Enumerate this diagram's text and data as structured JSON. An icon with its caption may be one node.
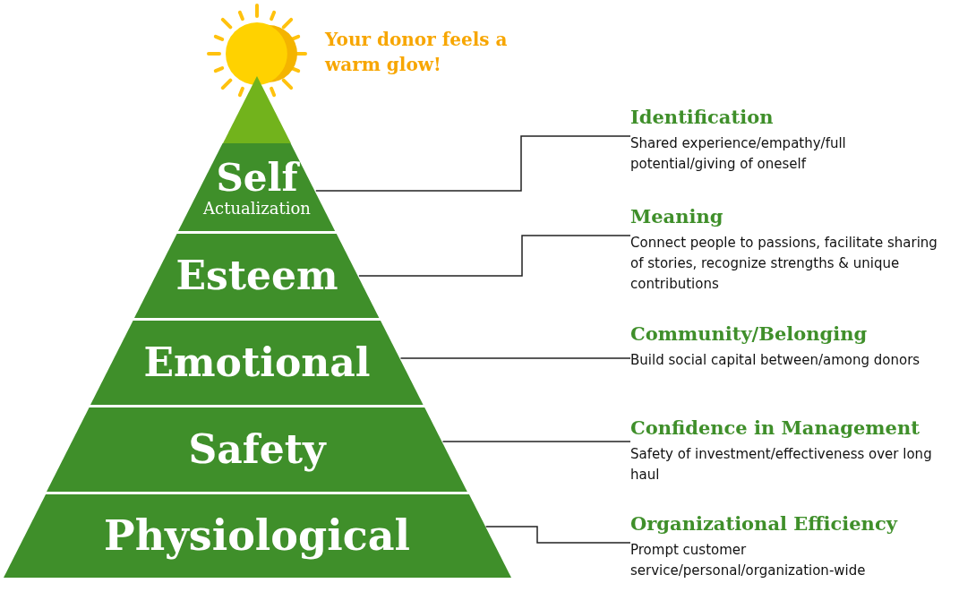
{
  "diagram": {
    "nodes": [
      {
        "text": [],
        "shape": "triangle"
      },
      {
        "text": [
          "Self",
          "Actualization"
        ]
      },
      {
        "text": [
          "Esteem"
        ]
      },
      {
        "text": [
          "Emotional"
        ]
      },
      {
        "text": [
          "Safety"
        ]
      },
      {
        "text": [
          "Physiological"
        ]
      },
      {
        "text": [
          "Identification",
          "Shared experience/empathy/full potential/giving of oneself"
        ]
      },
      {
        "text": [
          "Meaning",
          "Connect people to passions, facilitate sharing of stories, recognize strengths & unique contributions"
        ]
      },
      {
        "text": [
          "Community/Belonging",
          "Build social capital between/among donors"
        ]
      },
      {
        "text": [
          "Confidence in Management",
          "Safety of investment/effectiveness over long haul"
        ]
      },
      {
        "text": [
          "Organizational Efficiency",
          "Prompt customer service/personal/organization-wide"
        ]
      }
    ],
    "edges": [
      {
        "from": 1,
        "to": 6,
        "arrow": "none"
      },
      {
        "from": 2,
        "to": 7,
        "arrow": "none"
      },
      {
        "from": 3,
        "to": 8,
        "arrow": "none"
      },
      {
        "from": 4,
        "to": 9,
        "arrow": "none"
      },
      {
        "from": 5,
        "to": 10,
        "arrow": "none"
      }
    ],
    "labels": [
      "Your donor feels a warm glow!"
    ]
  }
}
